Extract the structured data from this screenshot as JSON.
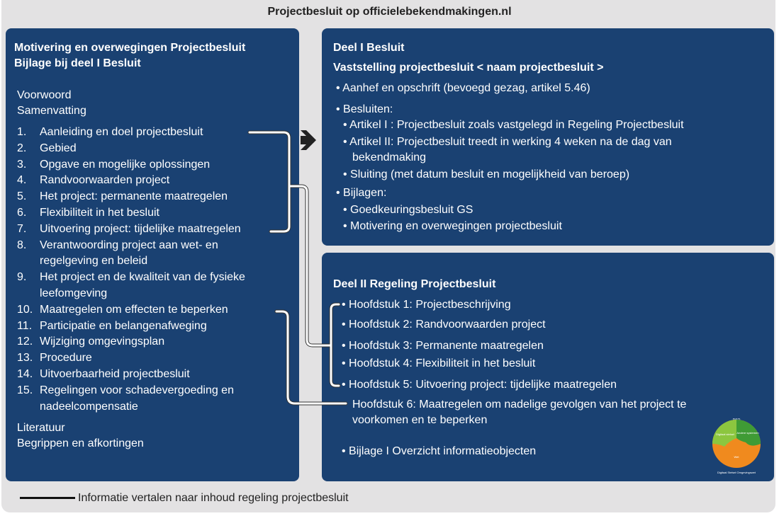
{
  "title": "Projectbesluit op officielebekendmakingen.nl",
  "left": {
    "heading1": "Motivering en overwegingen Projectbesluit",
    "heading2": "Bijlage bij deel I Besluit",
    "pre": [
      "Voorwoord",
      "Samenvatting"
    ],
    "items": [
      {
        "n": "1.",
        "t": "Aanleiding en doel projectbesluit"
      },
      {
        "n": "2.",
        "t": "Gebied"
      },
      {
        "n": "3.",
        "t": "Opgave en mogelijke oplossingen"
      },
      {
        "n": "4.",
        "t": "Randvoorwaarden project"
      },
      {
        "n": "5.",
        "t": "Het project: permanente maatregelen"
      },
      {
        "n": "6.",
        "t": "Flexibiliteit in het besluit"
      },
      {
        "n": "7.",
        "t": "Uitvoering project: tijdelijke maatregelen"
      },
      {
        "n": "8.",
        "t": "Verantwoording project aan wet- en",
        "t2": "regelgeving en beleid"
      },
      {
        "n": "9.",
        "t": "Het project en de kwaliteit van de fysieke",
        "t2": "leefomgeving"
      },
      {
        "n": "10.",
        "t": "Maatregelen om effecten te beperken"
      },
      {
        "n": "11.",
        "t": "Participatie en belangenafweging"
      },
      {
        "n": "12.",
        "t": "Wijziging omgevingsplan"
      },
      {
        "n": "13.",
        "t": "Procedure"
      },
      {
        "n": "14.",
        "t": "Uitvoerbaarheid projectbesluit"
      },
      {
        "n": "15.",
        "t": "Regelingen voor schadevergoeding en",
        "t2": "nadeelcompensatie"
      }
    ],
    "post": [
      "Literatuur",
      "Begrippen en afkortingen"
    ]
  },
  "deel1": {
    "heading": "Deel I Besluit",
    "sub": "Vaststelling projectbesluit < naam projectbesluit >",
    "l1": "Aanhef en opschrift (bevoegd gezag, artikel 5.46)",
    "l2": "Besluiten:",
    "a1": "Artikel I : Projectbesluit zoals vastgelegd in Regeling Projectbesluit",
    "a2": "Artikel II: Projectbesluit treedt in werking 4 weken na de dag van",
    "a2b": "bekendmaking",
    "a3": "Sluiting (met datum besluit en mogelijkheid van beroep)",
    "l3": "Bijlagen:",
    "b1": "Goedkeuringsbesluit GS",
    "b2": "Motivering en overwegingen projectbesluit"
  },
  "deel2": {
    "heading": "Deel II Regeling Projectbesluit",
    "h": [
      "Hoofdstuk 1: Projectbeschrijving",
      "Hoofdstuk 2: Randvoorwaarden project",
      "Hoofdstuk 3: Permanente maatregelen",
      "Hoofdstuk 4: Flexibiliteit in het besluit",
      "Hoofdstuk 5: Uitvoering project: tijdelijke maatregelen"
    ],
    "h6": "Hoofdstuk 6: Maatregelen om nadelige gevolgen van het project te",
    "h6b": "voorkomen en te beperken",
    "bijlage": "Bijlage I Overzicht informatieobjecten",
    "logo": {
      "top": "DSO",
      "a": "Digitaal stelsel",
      "b": "Andere systemen",
      "c": "Wet",
      "bottom": "Digitaal Stelsel Omgevingswet"
    }
  },
  "legend": "Informatie vertalen naar inhoud regeling projectbesluit",
  "colors": {
    "panel": "#1a4172",
    "bg": "#e3e2e3"
  }
}
